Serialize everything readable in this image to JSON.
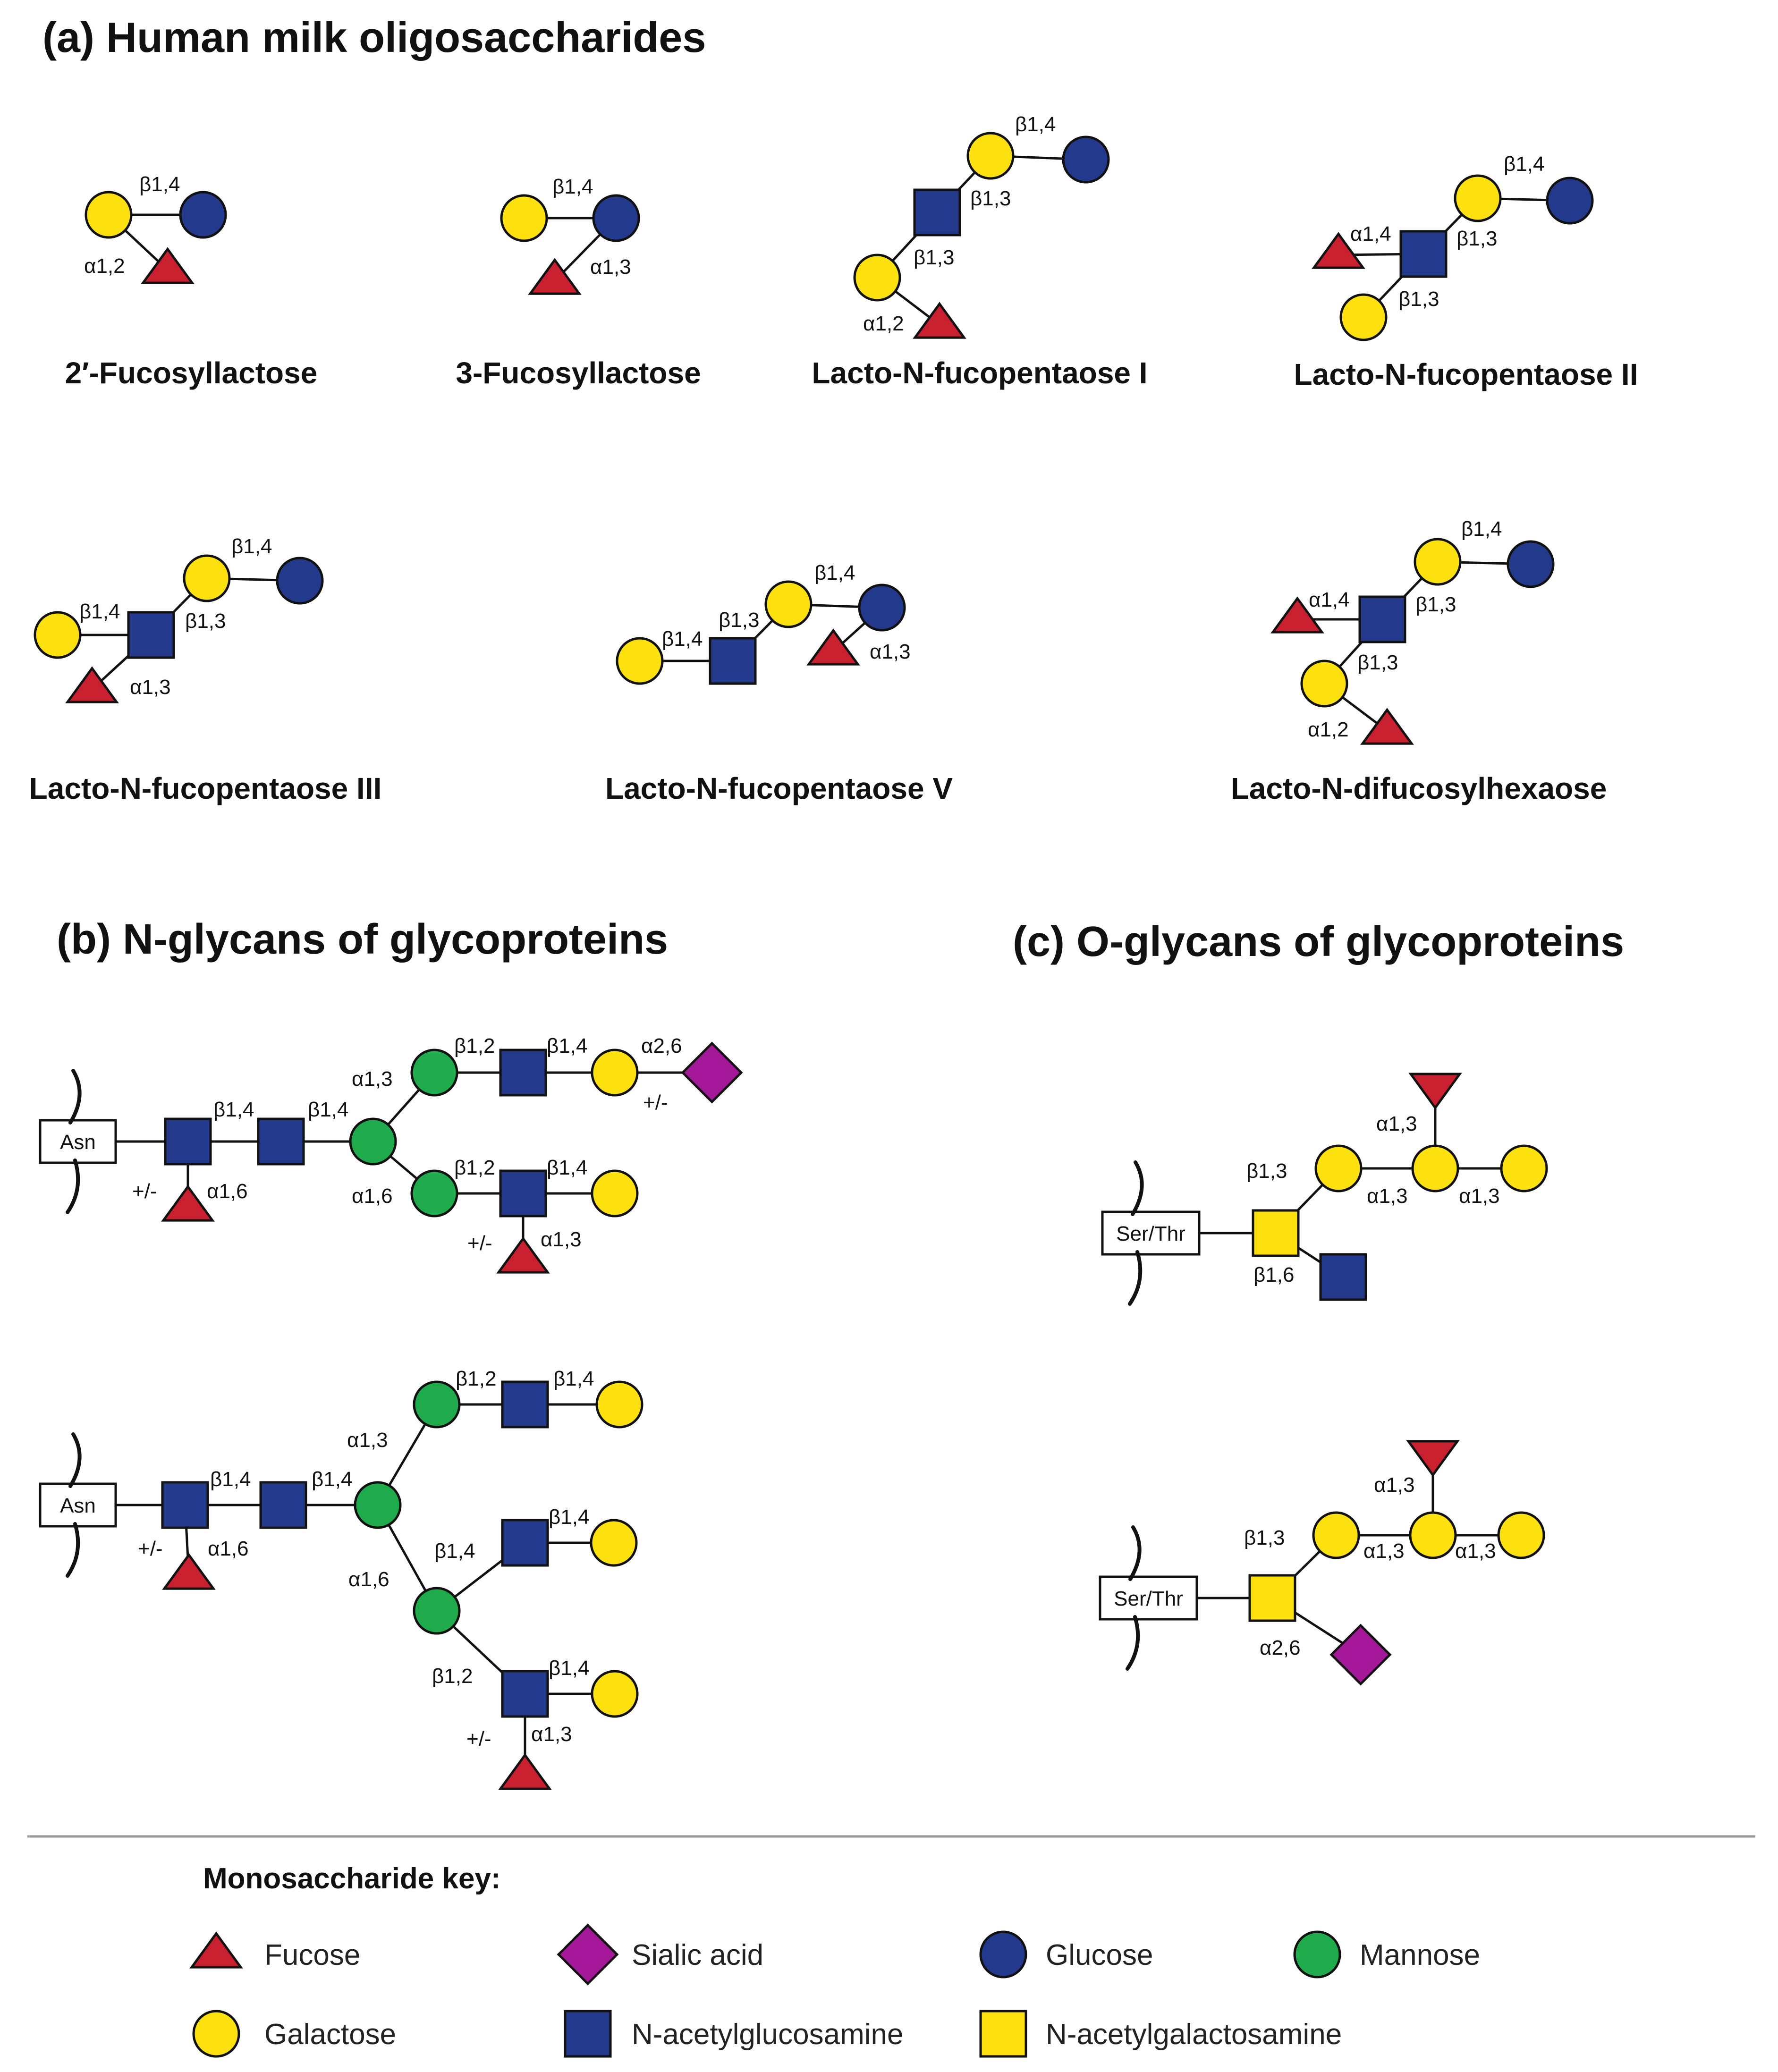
{
  "colors": {
    "fucose": "#c8202f",
    "sialic_acid": "#a5189a",
    "glucose": "#233a8c",
    "mannose": "#1faa4b",
    "galactose": "#fde10f",
    "glcnac": "#233a8c",
    "galnac": "#fde10f",
    "outline": "#111111"
  },
  "sections": {
    "a": "(a) Human milk oligosaccharides",
    "b": "(b) N-glycans of  glycoproteins",
    "c": "(c) O-glycans of glycoproteins"
  },
  "names": {
    "fl2": "2′-Fucosyllactose",
    "fl3": "3-Fucosyllactose",
    "lnfp1": "Lacto-N-fucopentaose I",
    "lnfp2": "Lacto-N-fucopentaose II",
    "lnfp3": "Lacto-N-fucopentaose III",
    "lnfp5": "Lacto-N-fucopentaose V",
    "lndfh": "Lacto-N-difucosylhexaose"
  },
  "linkages": {
    "b12": "β1,2",
    "b13": "β1,3",
    "b14": "β1,4",
    "b16": "β1,6",
    "a12": "α1,2",
    "a13": "α1,3",
    "a14": "α1,4",
    "a16": "α1,6",
    "a26": "α2,6",
    "optional": "+/-"
  },
  "aglycones": {
    "asn": "Asn",
    "ser_thr": "Ser/Thr"
  },
  "key": {
    "title": "Monosaccharide key:",
    "fucose": "Fucose",
    "sialic_acid": "Sialic acid",
    "glucose": "Glucose",
    "mannose": "Mannose",
    "galactose": "Galactose",
    "glcnac": "N-acetylglucosamine",
    "galnac": "N-acetylgalactosamine"
  }
}
